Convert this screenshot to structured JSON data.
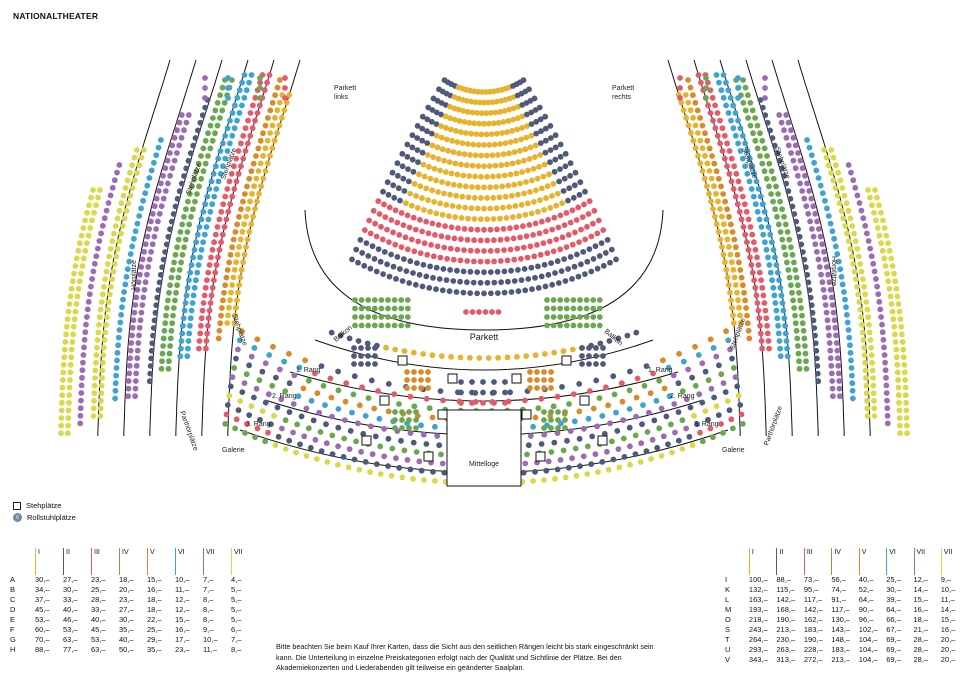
{
  "title": "NATIONALTHEATER",
  "colors": {
    "I": "#e8b32c",
    "II": "#4f5a7a",
    "III": "#e35b6a",
    "IV": "#6aa84f",
    "V": "#d98a2b",
    "VI": "#3da3d4",
    "VII": "#9b6bb3",
    "VIII": "#d9d94a",
    "wheelchair": "#6e86a8"
  },
  "labels": {
    "parkett_links": [
      "Parkett",
      "links"
    ],
    "parkett_rechts": [
      "Parkett",
      "rechts"
    ],
    "parkett": "Parkett",
    "balkon": "Balkon",
    "rang1": "1. Rang",
    "rang2": "2. Rang",
    "rang3": "3. Rang",
    "galerie": "Galerie",
    "mittelloge": "Mittelloge",
    "stehplaetze": "Stehplätze",
    "hoerplaetze": "Hörplätze",
    "parthorplaetze": "Parthörplätze"
  },
  "legend": {
    "standing": "Stehplätze",
    "wheelchair": "Rollstuhlplätze",
    "wheelchair_symbol": "6"
  },
  "price_categories": [
    "I",
    "II",
    "III",
    "IV",
    "V",
    "VI",
    "VII",
    "VII"
  ],
  "prices_left": [
    {
      "row": "A",
      "values": [
        "30,–",
        "27,–",
        "23,–",
        "18,–",
        "15,–",
        "10,–",
        "7,–",
        "4,–"
      ]
    },
    {
      "row": "B",
      "values": [
        "34,–",
        "30,–",
        "25,–",
        "20,–",
        "16,–",
        "11,–",
        "7,–",
        "5,–"
      ]
    },
    {
      "row": "C",
      "values": [
        "37,–",
        "33,–",
        "28,–",
        "23,–",
        "18,–",
        "12,–",
        "8,–",
        "5,–"
      ]
    },
    {
      "row": "D",
      "values": [
        "45,–",
        "40,–",
        "33,–",
        "27,–",
        "18,–",
        "12,–",
        "8,–",
        "5,–"
      ]
    },
    {
      "row": "E",
      "values": [
        "53,–",
        "46,–",
        "40,–",
        "30,–",
        "22,–",
        "15,–",
        "8,–",
        "5,–"
      ]
    },
    {
      "row": "F",
      "values": [
        "60,–",
        "53,–",
        "45,–",
        "35,–",
        "25,–",
        "16,–",
        "9,–",
        "6,–"
      ]
    },
    {
      "row": "G",
      "values": [
        "70,–",
        "63,–",
        "53,–",
        "40,–",
        "29,–",
        "17,–",
        "10,–",
        "7,–"
      ]
    },
    {
      "row": "H",
      "values": [
        "88,–",
        "77,–",
        "63,–",
        "50,–",
        "35,–",
        "23,–",
        "11,–",
        "8,–"
      ]
    }
  ],
  "prices_right": [
    {
      "row": "I",
      "values": [
        "100,–",
        "88,–",
        "73,–",
        "56,–",
        "40,–",
        "25,–",
        "12,–",
        "9,–"
      ]
    },
    {
      "row": "K",
      "values": [
        "132,–",
        "115,–",
        "95,–",
        "74,–",
        "52,–",
        "30,–",
        "14,–",
        "10,–"
      ]
    },
    {
      "row": "L",
      "values": [
        "163,–",
        "142,–",
        "117,–",
        "91,–",
        "64,–",
        "39,–",
        "15,–",
        "11,–"
      ]
    },
    {
      "row": "M",
      "values": [
        "193,–",
        "168,–",
        "142,–",
        "117,–",
        "90,–",
        "64,–",
        "16,–",
        "14,–"
      ]
    },
    {
      "row": "O",
      "values": [
        "218,–",
        "190,–",
        "162,–",
        "130,–",
        "96,–",
        "66,–",
        "18,–",
        "15,–"
      ]
    },
    {
      "row": "S",
      "values": [
        "243,–",
        "213,–",
        "183,–",
        "143,–",
        "102,–",
        "67,–",
        "21,–",
        "16,–"
      ]
    },
    {
      "row": "T",
      "values": [
        "264,–",
        "230,–",
        "190,–",
        "148,–",
        "104,–",
        "69,–",
        "28,–",
        "20,–"
      ]
    },
    {
      "row": "U",
      "values": [
        "293,–",
        "263,–",
        "228,–",
        "183,–",
        "104,–",
        "69,–",
        "28,–",
        "20,–"
      ]
    },
    {
      "row": "V",
      "values": [
        "343,–",
        "313,–",
        "272,–",
        "213,–",
        "104,–",
        "69,–",
        "28,–",
        "20,–"
      ]
    }
  ],
  "note": "Bitte beachten Sie beim Kauf Ihrer Karten, dass die Sicht aus den seitlichen Rängen leicht bis stark eingeschränkt sein kann. Die Unterteilung in einzelne Preiskategorien erfolgt nach der Qualität und Sichtlinie der Plätze. Bei den Akademiekonzerten und Liederabenden gilt teilweise ein geänderter Saalplan."
}
